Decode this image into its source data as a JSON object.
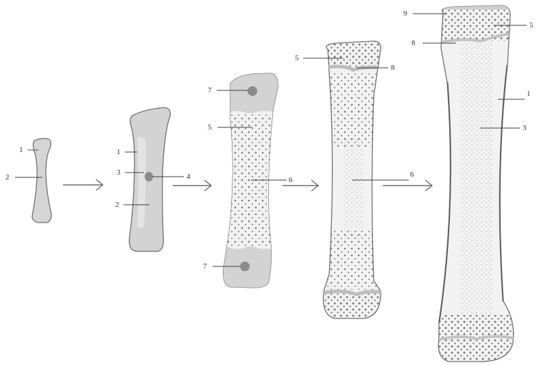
{
  "labels": {
    "b1_1": "1",
    "b1_2": "2",
    "b2_1": "1",
    "b2_3": "3",
    "b2_4": "4",
    "b2_2": "2",
    "b3_7top": "7",
    "b3_5": "5",
    "b3_6": "6",
    "b3_7bot": "7",
    "b4_5": "5",
    "b4_8": "8",
    "b4_6": "6",
    "b5_9": "9",
    "b5_5": "5",
    "b5_8": "8",
    "b5_1": "1",
    "b5_3": "3"
  },
  "colors": {
    "cartilage": "#d3d3d3",
    "cartilage_light": "#e2e2e2",
    "bone_fill": "#efefef",
    "dots": "#7a7a7a",
    "ossification_center": "#8a8a8a",
    "outline": "#6e6e6e"
  },
  "stages": [
    "cartilage-model",
    "primary-ossification-center",
    "secondary-ossification-centers",
    "growing-bone",
    "mature-bone"
  ]
}
